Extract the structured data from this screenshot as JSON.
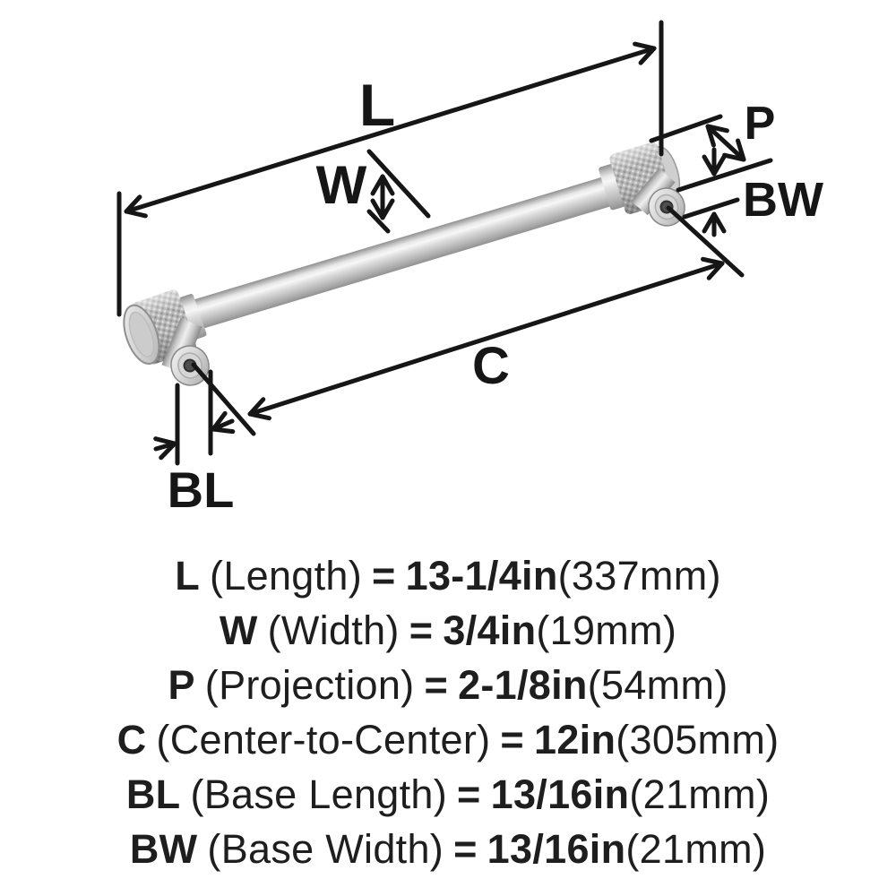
{
  "diagram": {
    "labels": {
      "length": "L",
      "width": "W",
      "projection": "P",
      "center_to_center": "C",
      "base_length": "BL",
      "base_width": "BW"
    }
  },
  "legend": {
    "rows": [
      {
        "abbr": "L",
        "name": "(Length)",
        "eq": "=",
        "value": "13-1/4in",
        "metric": "(337mm)"
      },
      {
        "abbr": "W",
        "name": "(Width)",
        "eq": "=",
        "value": "3/4in",
        "metric": "(19mm)"
      },
      {
        "abbr": "P",
        "name": "(Projection)",
        "eq": "=",
        "value": "2-1/8in",
        "metric": "(54mm)"
      },
      {
        "abbr": "C",
        "name": "(Center-to-Center)",
        "eq": "=",
        "value": "12in",
        "metric": "(305mm)"
      },
      {
        "abbr": "BL",
        "name": "(Base Length)",
        "eq": "=",
        "value": "13/16in",
        "metric": "(21mm)"
      },
      {
        "abbr": "BW",
        "name": "(Base Width)",
        "eq": "=",
        "value": "13/16in",
        "metric": "(21mm)"
      }
    ]
  },
  "colors": {
    "background": "#ffffff",
    "line": "#161616",
    "text": "#1e1e1e",
    "metal_light": "#f7f7f7",
    "metal_mid": "#c6c6c6",
    "metal_dark": "#909090",
    "knurl_base": "#b7b7b7",
    "screw_hole": "#4e4e4e"
  }
}
